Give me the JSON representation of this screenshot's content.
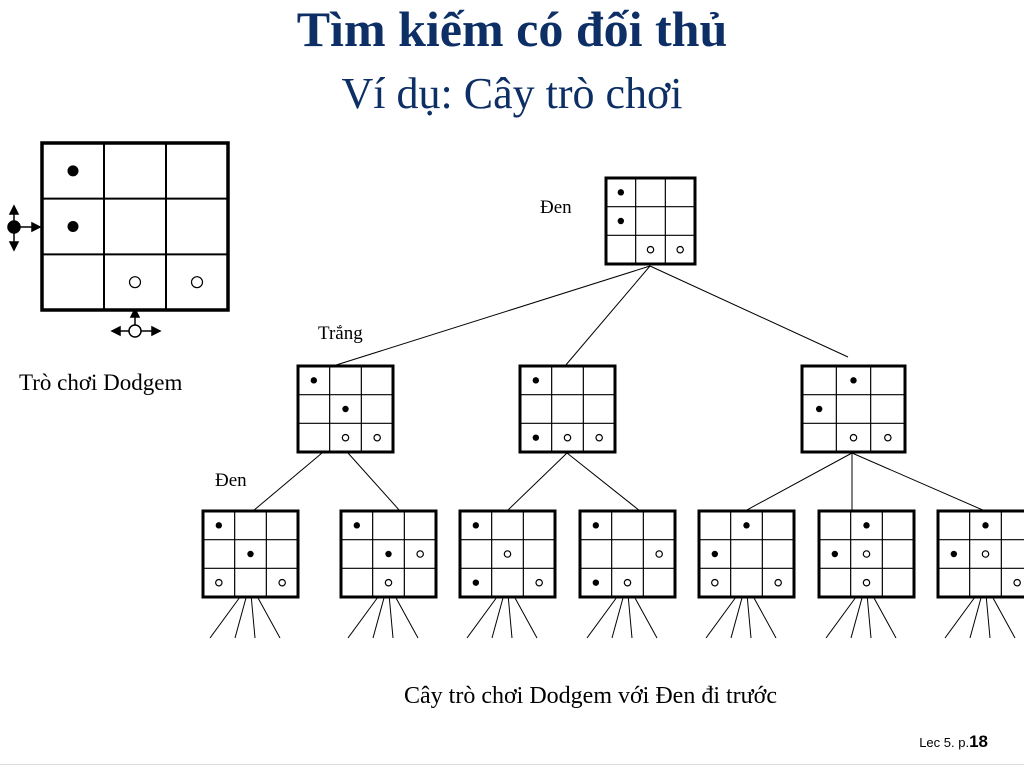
{
  "title": "Tìm kiếm có đối thủ",
  "subtitle": "Ví dụ: Cây trò chơi",
  "labels": {
    "den_root": "Đen",
    "trang": "Trắng",
    "den_level2": "Đen",
    "board_name": "Trò chơi Dodgem"
  },
  "caption": "Cây trò chơi Dodgem với Đen đi trước",
  "footer": {
    "prefix": "Lec 5. p.",
    "page": "18"
  },
  "colors": {
    "title": "#0d2f66"
  },
  "boards": {
    "big": [
      "B..",
      "B..",
      ".WW"
    ],
    "root": [
      "B..",
      "B..",
      ".WW"
    ],
    "l1": [
      [
        "B..",
        ".B.",
        ".WW"
      ],
      [
        "B..",
        "...",
        "BWW"
      ],
      [
        ".B.",
        "B..",
        ".WW"
      ]
    ],
    "l2": [
      [
        "B..",
        ".B.",
        "W.W"
      ],
      [
        "B..",
        ".BW",
        ".W."
      ],
      [
        "B..",
        ".W.",
        "B.W"
      ],
      [
        "B..",
        "..W",
        "BW."
      ],
      [
        ".B.",
        "B..",
        "W.W"
      ],
      [
        ".B.",
        "BW.",
        ".W."
      ],
      [
        ".B.",
        "BW.",
        "..W"
      ]
    ]
  }
}
